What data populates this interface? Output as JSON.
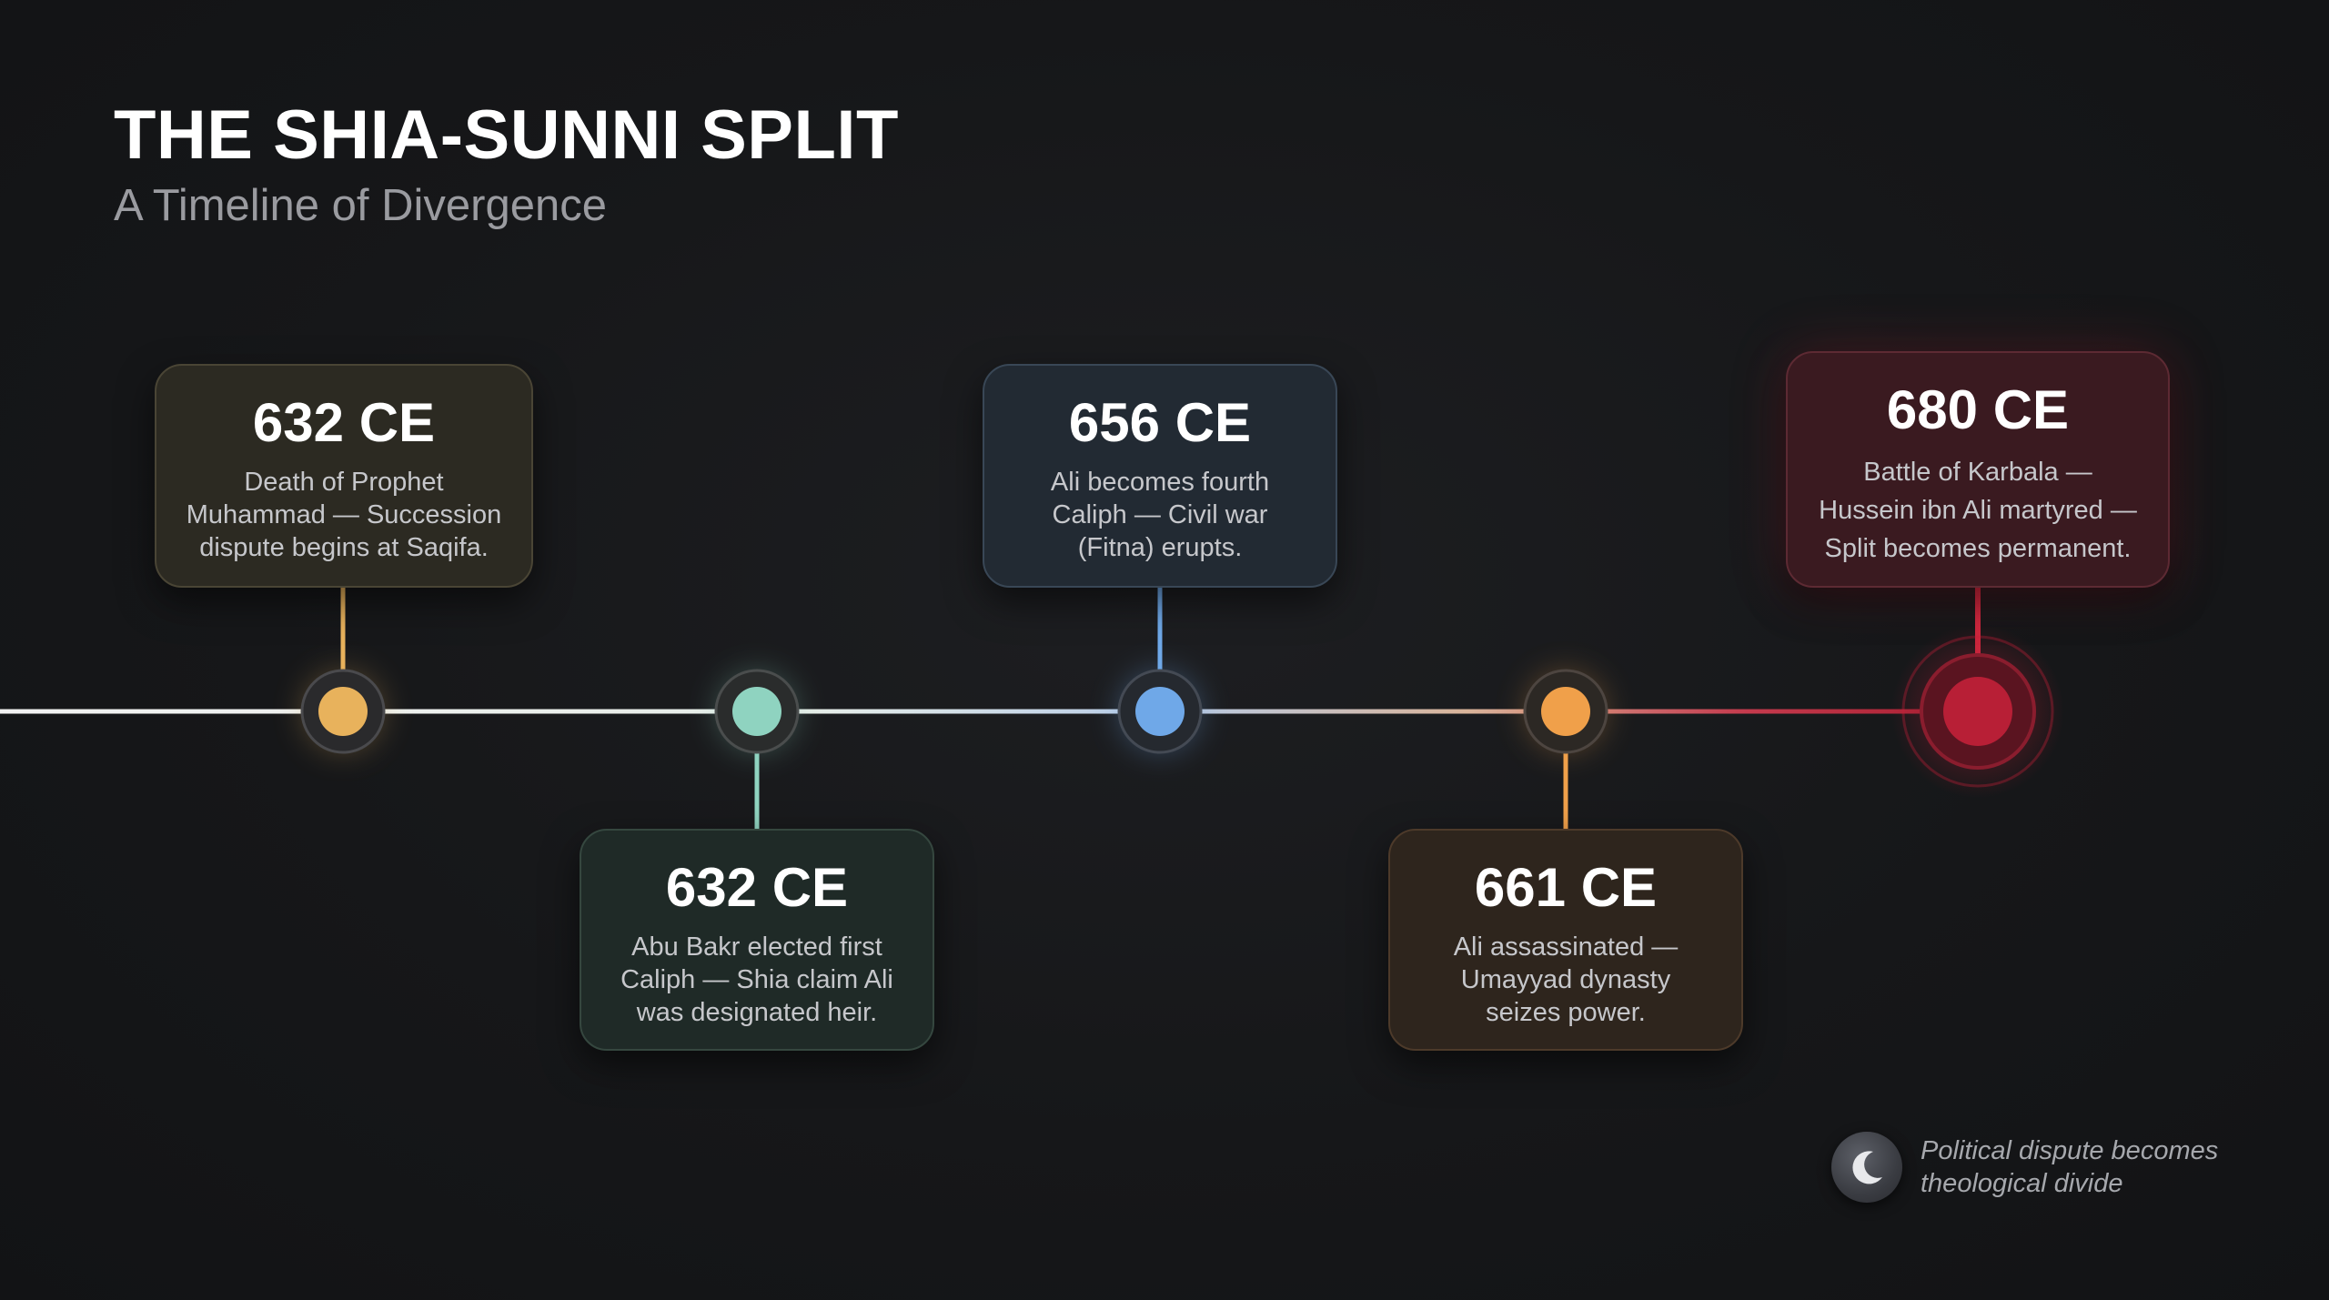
{
  "header": {
    "title": "THE SHIA-SUNNI SPLIT",
    "subtitle": "A Timeline of Divergence"
  },
  "events": [
    {
      "year": "632 CE",
      "lines": [
        "Death of Prophet",
        "Muhammad — Succession",
        "dispute begins at Saqifa."
      ],
      "color": "#e8b25c"
    },
    {
      "year": "632 CE",
      "lines": [
        "Abu Bakr elected first",
        "Caliph — Shia claim Ali",
        "was designated heir."
      ],
      "color": "#8fd3c0"
    },
    {
      "year": "656 CE",
      "lines": [
        "Ali becomes fourth",
        "Caliph — Civil war",
        "(Fitna) erupts."
      ],
      "color": "#6fa8e8"
    },
    {
      "year": "661 CE",
      "lines": [
        "Ali assassinated —",
        "Umayyad dynasty",
        "seizes power."
      ],
      "color": "#f0a04a"
    },
    {
      "year": "680 CE",
      "lines": [
        "Battle of Karbala —",
        "Hussein ibn Ali martyred —",
        "Split becomes permanent."
      ],
      "color": "#d2283f"
    }
  ],
  "footnote": {
    "icon": "crescent-moon-icon",
    "lines": [
      "Political dispute becomes",
      "theological divide"
    ]
  }
}
